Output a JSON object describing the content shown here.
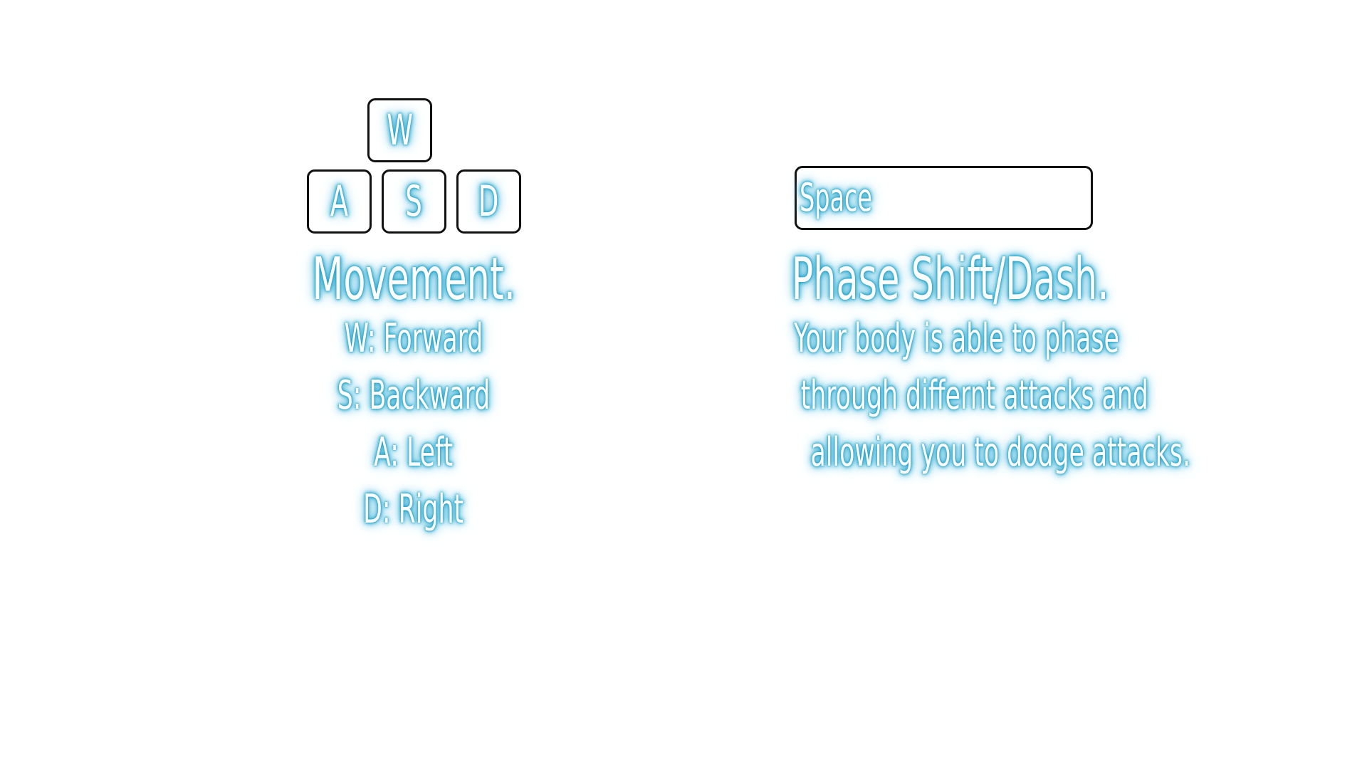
{
  "movement": {
    "keys": {
      "w": "W",
      "a": "A",
      "s": "S",
      "d": "D"
    },
    "title": "Movement.",
    "lines": [
      "W: Forward",
      "S: Backward",
      "A: Left",
      "D: Right"
    ]
  },
  "dash": {
    "key": "Space",
    "title": "Phase Shift/Dash.",
    "lines": [
      "Your body is able to phase",
      "through differnt attacks and",
      "allowing you to dodge attacks."
    ]
  },
  "colors": {
    "glow": "#1b9ec4",
    "text": "#ffffff",
    "key_border": "#111111",
    "background": "#ffffff"
  }
}
